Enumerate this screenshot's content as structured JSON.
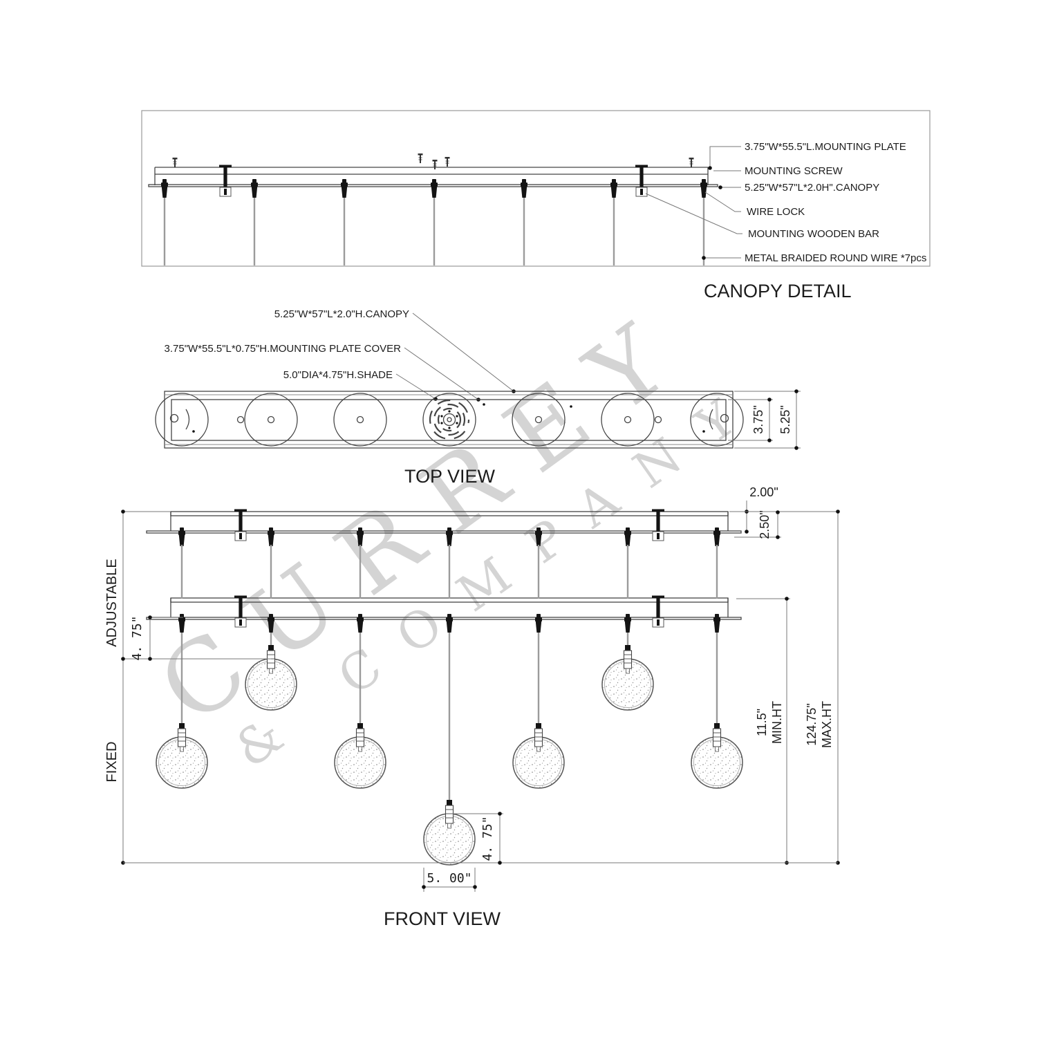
{
  "watermark": {
    "line1": "CURREY",
    "line2": "& COMPANY"
  },
  "canopy_detail": {
    "title": "CANOPY DETAIL",
    "labels": {
      "mounting_plate": "3.75\"W*55.5\"L.MOUNTING PLATE",
      "mounting_screw": "MOUNTING SCREW",
      "canopy": "5.25\"W*57\"L*2.0H\".CANOPY",
      "wire_lock": "WIRE LOCK",
      "wooden_bar": "MOUNTING WOODEN BAR",
      "braided_wire": "METAL BRAIDED ROUND WIRE *7pcs"
    }
  },
  "top_view": {
    "title": "TOP VIEW",
    "labels": {
      "canopy": "5.25\"W*57\"L*2.0\"H.CANOPY",
      "plate_cover": "3.75\"W*55.5\"L*0.75\"H.MOUNTING PLATE COVER",
      "shade": "5.0\"DIA*4.75\"H.SHADE"
    },
    "dims": {
      "plate_width": "3.75\"",
      "canopy_width": "5.25\""
    }
  },
  "front_view": {
    "title": "FRONT VIEW",
    "adjustable": "ADJUSTABLE",
    "fixed": "FIXED",
    "dims": {
      "drop": "4. 75\"",
      "canopy_inset": "2.00\"",
      "canopy_height": "2.50\"",
      "min_height": "11.5\"",
      "min_height_label": "MIN.HT",
      "max_height": "124.75\"",
      "max_height_label": "MAX.HT",
      "shade_height": "4. 75\"",
      "shade_dia": "5. 00\""
    }
  }
}
